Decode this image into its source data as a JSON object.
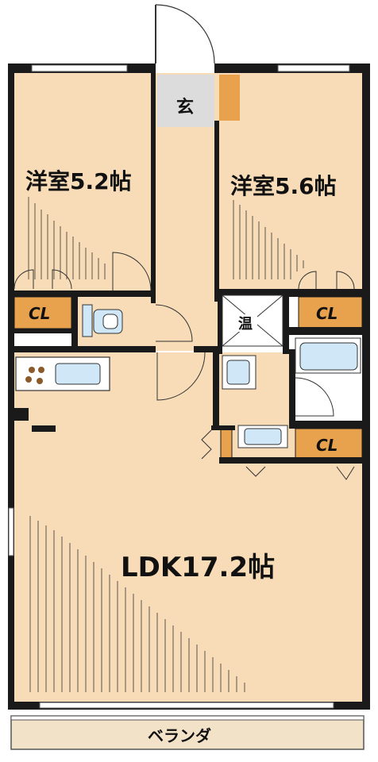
{
  "rooms": {
    "western_left": "洋室5.2帖",
    "western_right": "洋室5.6帖",
    "ldk": "LDK17.2帖",
    "entrance": "玄",
    "water_heater": "温",
    "veranda": "ベランダ"
  },
  "closets": {
    "left": "CL",
    "right": "CL",
    "lower": "CL"
  },
  "colors": {
    "floor": "#f7dcb7",
    "closet": "#e8a24d",
    "wall": "#1a1a1a",
    "fixture": "#cfe7f6",
    "entrance_floor": "#dcdcdc",
    "veranda": "#f2e2c8"
  }
}
